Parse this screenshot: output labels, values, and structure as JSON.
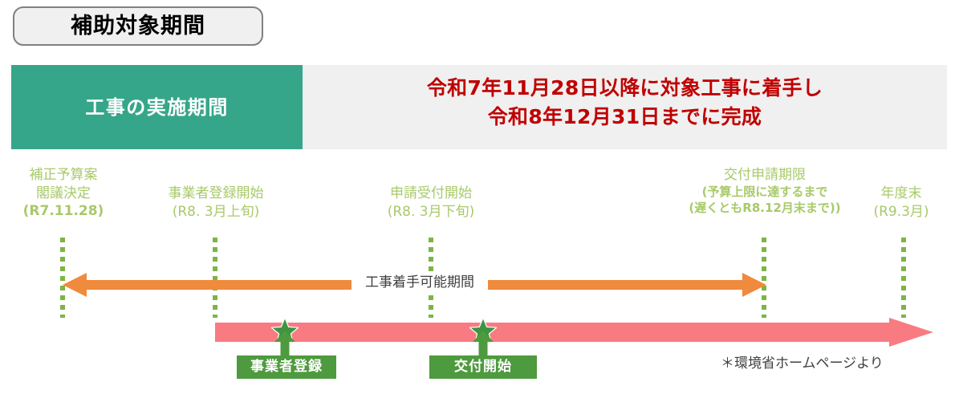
{
  "title_badge": {
    "label": "補助対象期間"
  },
  "header": {
    "green_panel_label": "工事の実施期間",
    "headline_line1": "令和7年11月28日以降に対象工事に着手し",
    "headline_line2": "令和8年12月31日までに完成"
  },
  "milestones": [
    {
      "id": "supplementary-budget-cabinet-decision",
      "line1": "補正予算案",
      "line2": "閣議決定",
      "line3": "(R7.11.28)"
    },
    {
      "id": "business-registration-start",
      "line1": "事業者登録開始",
      "line2": "(R8. 3月上旬)"
    },
    {
      "id": "application-acceptance-start",
      "line1": "申請受付開始",
      "line2": "(R8. 3月下旬)"
    },
    {
      "id": "grant-application-deadline",
      "line1": "交付申請期限",
      "line2": "(予算上限に達するまで",
      "line3": "(遅くともR8.12月末まで))"
    },
    {
      "id": "fiscal-year-end",
      "line1": "年度末",
      "line2": "(R9.3月)"
    }
  ],
  "construction_period": {
    "label": "工事着手可能期間"
  },
  "callouts": [
    {
      "id": "business-registration",
      "label": "事業者登録"
    },
    {
      "id": "grant-start",
      "label": "交付開始"
    }
  ],
  "footnote": {
    "text": "＊環境省ホームページより"
  },
  "colors": {
    "teal": "#36A68A",
    "red": "#C00000",
    "light_green_text": "#A8C96A",
    "dash_green": "#7DB544",
    "orange": "#F08A3C",
    "pink": "#F97B82",
    "callout_green": "#4E9A3E",
    "band_gray": "#F0F0F0",
    "badge_border": "#808080"
  }
}
